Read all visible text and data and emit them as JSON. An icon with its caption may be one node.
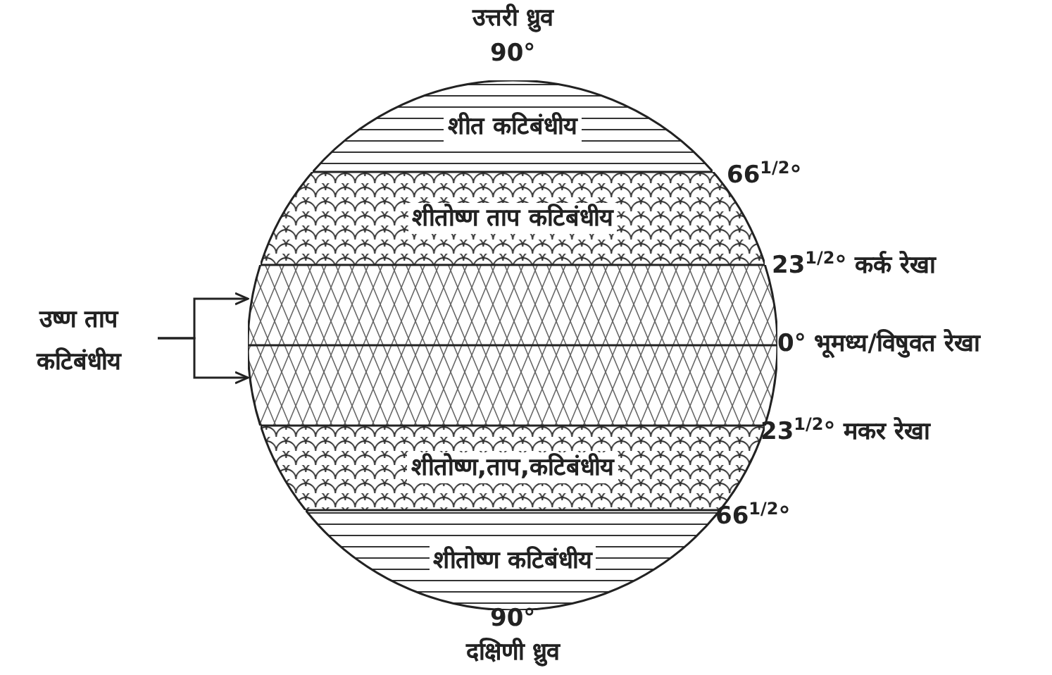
{
  "diagram": {
    "nodes": [
      {
        "text": [
          "शीत कटिबंधीय"
        ]
      },
      {
        "text": [
          "शीतोष्ण ताप कटिबंधीय"
        ]
      },
      {
        "text": [],
        "shape": "band"
      },
      {
        "text": [],
        "shape": "band"
      },
      {
        "text": [
          "शीतोष्ण,ताप,कटिबंधीय"
        ]
      },
      {
        "text": [
          "शीतोष्ण कटिबंधीय"
        ]
      },
      {
        "text": [
          "उष्ण ताप कटिबंधीय"
        ]
      }
    ],
    "edges": [
      {
        "from": 6,
        "to": 2,
        "arrow": "to"
      },
      {
        "from": 6,
        "to": 3,
        "arrow": "to"
      }
    ],
    "labels": [
      "उत्तरी ध्रुव",
      "90°",
      "66$^{1/2}$°",
      "23$^{1/2}$° कर्क रेखा",
      "0° भूमध्य/विषुवत रेखा",
      "23$^{1/2}$° मकर रेखा",
      "66$^{1/2}$°",
      "90°",
      "दक्षिणी ध्रुव"
    ]
  }
}
